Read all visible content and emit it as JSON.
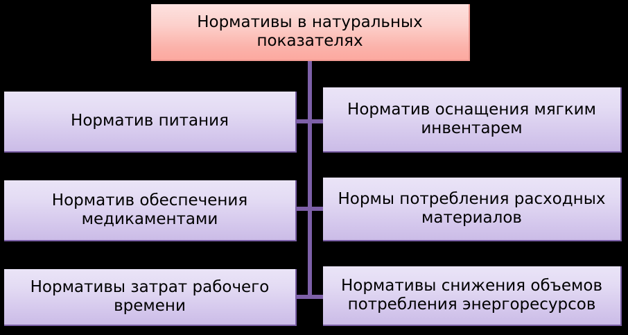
{
  "diagram": {
    "title_node": {
      "label": "Нормативы в натуральных показателях",
      "color": "#fcb0a8"
    },
    "branches": [
      {
        "label": "Норматив питания",
        "column": "left",
        "row": 1
      },
      {
        "label": "Норматив оснащения мягким инвентарем",
        "column": "right",
        "row": 1
      },
      {
        "label": "Норматив обеспечения медикаментами",
        "column": "left",
        "row": 2
      },
      {
        "label": "Нормы потребления расходных материалов",
        "column": "right",
        "row": 2
      },
      {
        "label": "Нормативы затрат рабочего времени",
        "column": "left",
        "row": 3
      },
      {
        "label": "Нормативы снижения объемов потребления энергоресурсов",
        "column": "right",
        "row": 3
      }
    ],
    "colors": {
      "background": "#000000",
      "connector": "#7d60a8",
      "branch_fill_top": "#eae4f7",
      "branch_fill_bottom": "#cbbce7",
      "root_fill_top": "#fde2e0",
      "root_fill_bottom": "#fca9a0",
      "text": "#000000"
    }
  }
}
